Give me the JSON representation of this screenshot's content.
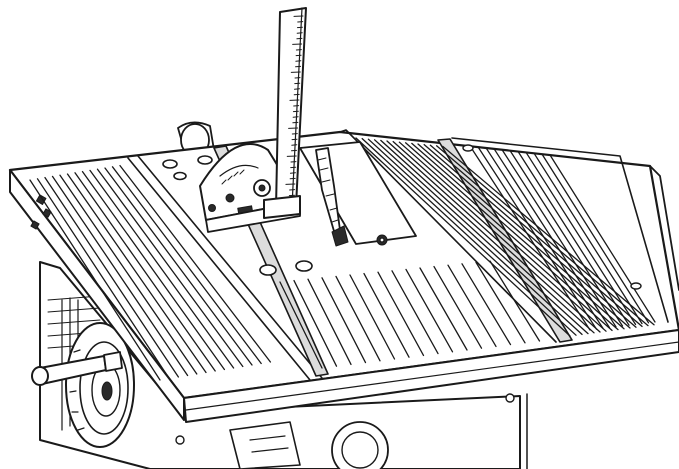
{
  "figure": {
    "subject": "table-saw-blade-squareness-check",
    "parts": [
      "saw-table",
      "table-extension-left",
      "table-extension-right",
      "miter-slot-left",
      "miter-slot-right",
      "blade",
      "throat-plate",
      "try-square",
      "miter-gauge",
      "bevel-handwheel",
      "lock-handle",
      "cabinet"
    ]
  },
  "colors": {
    "ink": "#1a1a1a",
    "paper": "#ffffff"
  },
  "icons": [
    "try-square-icon",
    "handwheel-icon",
    "blade-icon"
  ]
}
